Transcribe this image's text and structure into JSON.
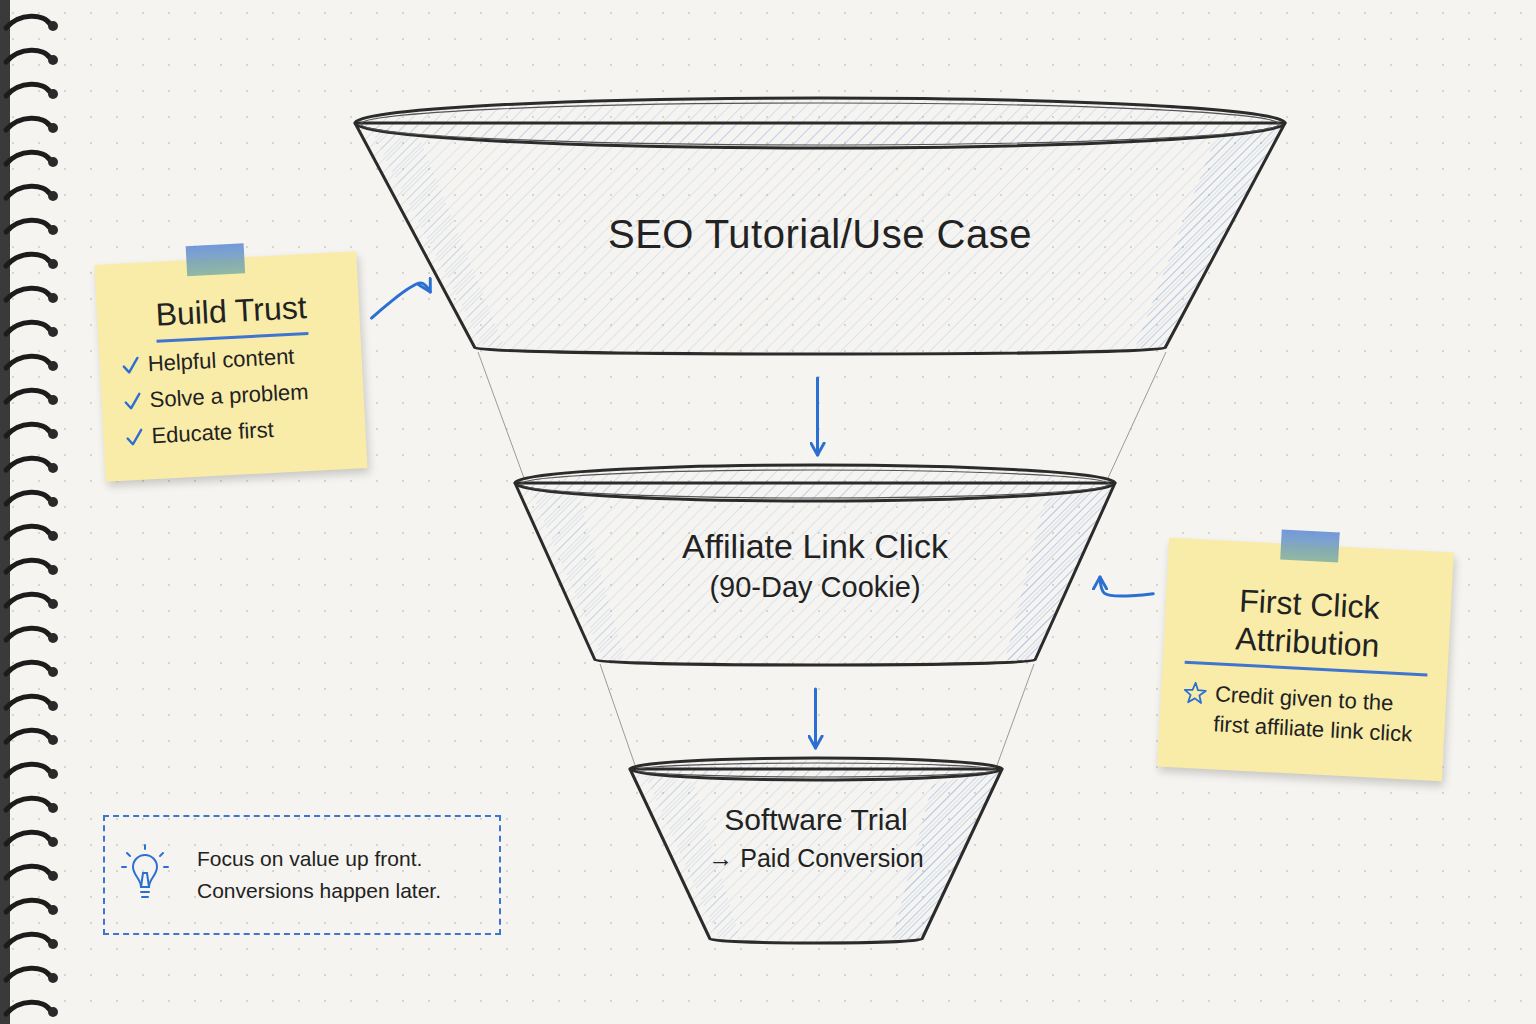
{
  "diagram": {
    "nodes": [
      {
        "text": [
          "SEO Tutorial/Use Case"
        ]
      },
      {
        "text": [
          "Build Trust",
          "Helpful content",
          "Solve a problem",
          "Educate first"
        ]
      },
      {
        "text": [
          "Affiliate Link Click",
          "(90-Day Cookie)"
        ]
      },
      {
        "text": [
          "First Click Attribution",
          "Credit given to the first affiliate link click"
        ]
      },
      {
        "text": [
          "Software Trial",
          "→ Paid Conversion"
        ]
      },
      {
        "text": [
          "Focus on value up front. Conversions happen later."
        ]
      }
    ],
    "edges": [
      {
        "from": 0,
        "to": 2,
        "arrow": "to"
      },
      {
        "from": 2,
        "to": 4,
        "arrow": "to"
      },
      {
        "from": 1,
        "to": 0,
        "arrow": "to"
      },
      {
        "from": 3,
        "to": 2,
        "arrow": "to"
      }
    ]
  }
}
